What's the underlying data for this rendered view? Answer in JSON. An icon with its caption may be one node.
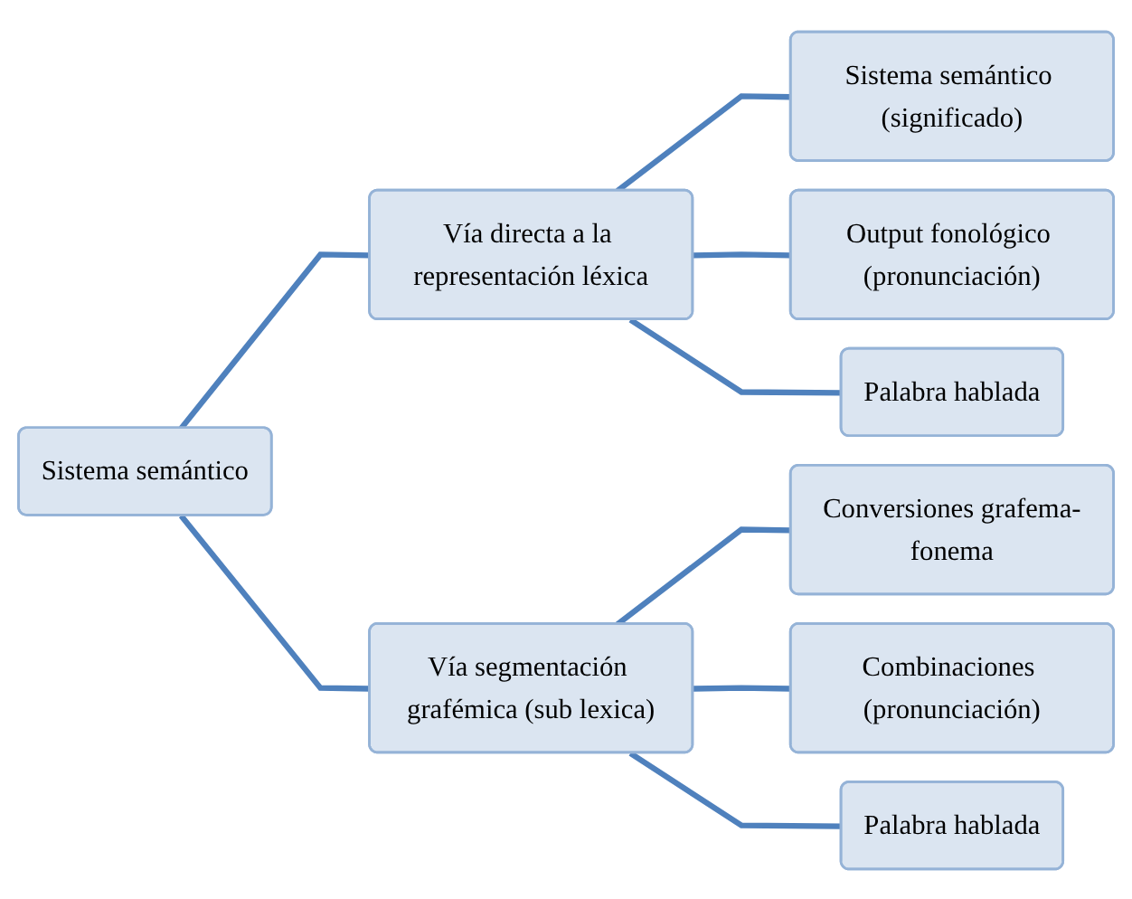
{
  "diagram": {
    "nodes": [
      {
        "text": [
          "Sistema semántico"
        ]
      },
      {
        "text": [
          "Vía directa a la representación léxica"
        ]
      },
      {
        "text": [
          "Sistema semántico (significado)"
        ]
      },
      {
        "text": [
          "Output fonológico (pronunciación)"
        ]
      },
      {
        "text": [
          "Palabra hablada"
        ]
      },
      {
        "text": [
          "Vía segmentación grafémica (sub lexica)"
        ]
      },
      {
        "text": [
          "Conversiones grafema-fonema"
        ]
      },
      {
        "text": [
          "Combinaciones (pronunciación)"
        ]
      },
      {
        "text": [
          "Palabra hablada"
        ]
      }
    ],
    "edges": [
      {
        "from": 0,
        "to": 1,
        "arrow": "none"
      },
      {
        "from": 0,
        "to": 5,
        "arrow": "none"
      },
      {
        "from": 1,
        "to": 2,
        "arrow": "none"
      },
      {
        "from": 1,
        "to": 3,
        "arrow": "none"
      },
      {
        "from": 1,
        "to": 4,
        "arrow": "none"
      },
      {
        "from": 5,
        "to": 6,
        "arrow": "none"
      },
      {
        "from": 5,
        "to": 7,
        "arrow": "none"
      },
      {
        "from": 5,
        "to": 8,
        "arrow": "none"
      }
    ]
  }
}
